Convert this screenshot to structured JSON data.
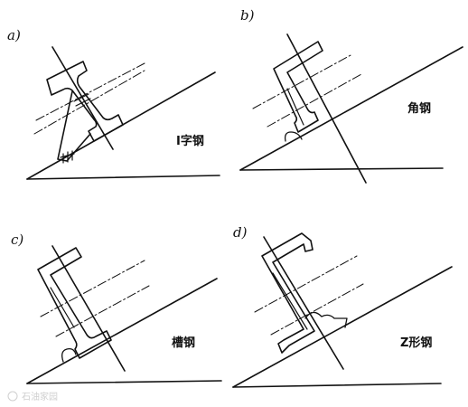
{
  "panels": [
    {
      "letter": "a)",
      "label": "I字钢"
    },
    {
      "letter": "b)",
      "label": "角钢"
    },
    {
      "letter": "c)",
      "label": "槽钢"
    },
    {
      "letter": "d)",
      "label": "Z形钢"
    }
  ],
  "watermark": "石油家园"
}
